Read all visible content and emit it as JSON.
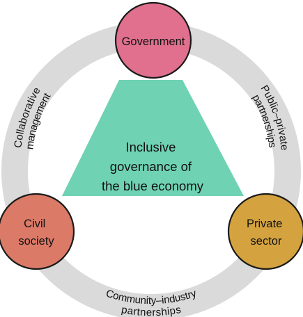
{
  "center": {
    "lines": [
      "Inclusive",
      "governance of",
      "the blue economy"
    ]
  },
  "nodes": {
    "government": {
      "label": "Government",
      "color": "#e0708e"
    },
    "civil": {
      "lines": [
        "Civil",
        "society"
      ],
      "color": "#dc7a68"
    },
    "private": {
      "lines": [
        "Private",
        "sector"
      ],
      "color": "#d4a33f"
    }
  },
  "connections": {
    "left": {
      "lines": [
        "Collaborative",
        "management"
      ]
    },
    "right": {
      "lines": [
        "Public–private",
        "partnerships"
      ]
    },
    "bottom": {
      "lines": [
        "Community–industry",
        "partnerships"
      ]
    }
  },
  "colors": {
    "triangle": "#6fd2b3",
    "ring": "#dadada"
  }
}
